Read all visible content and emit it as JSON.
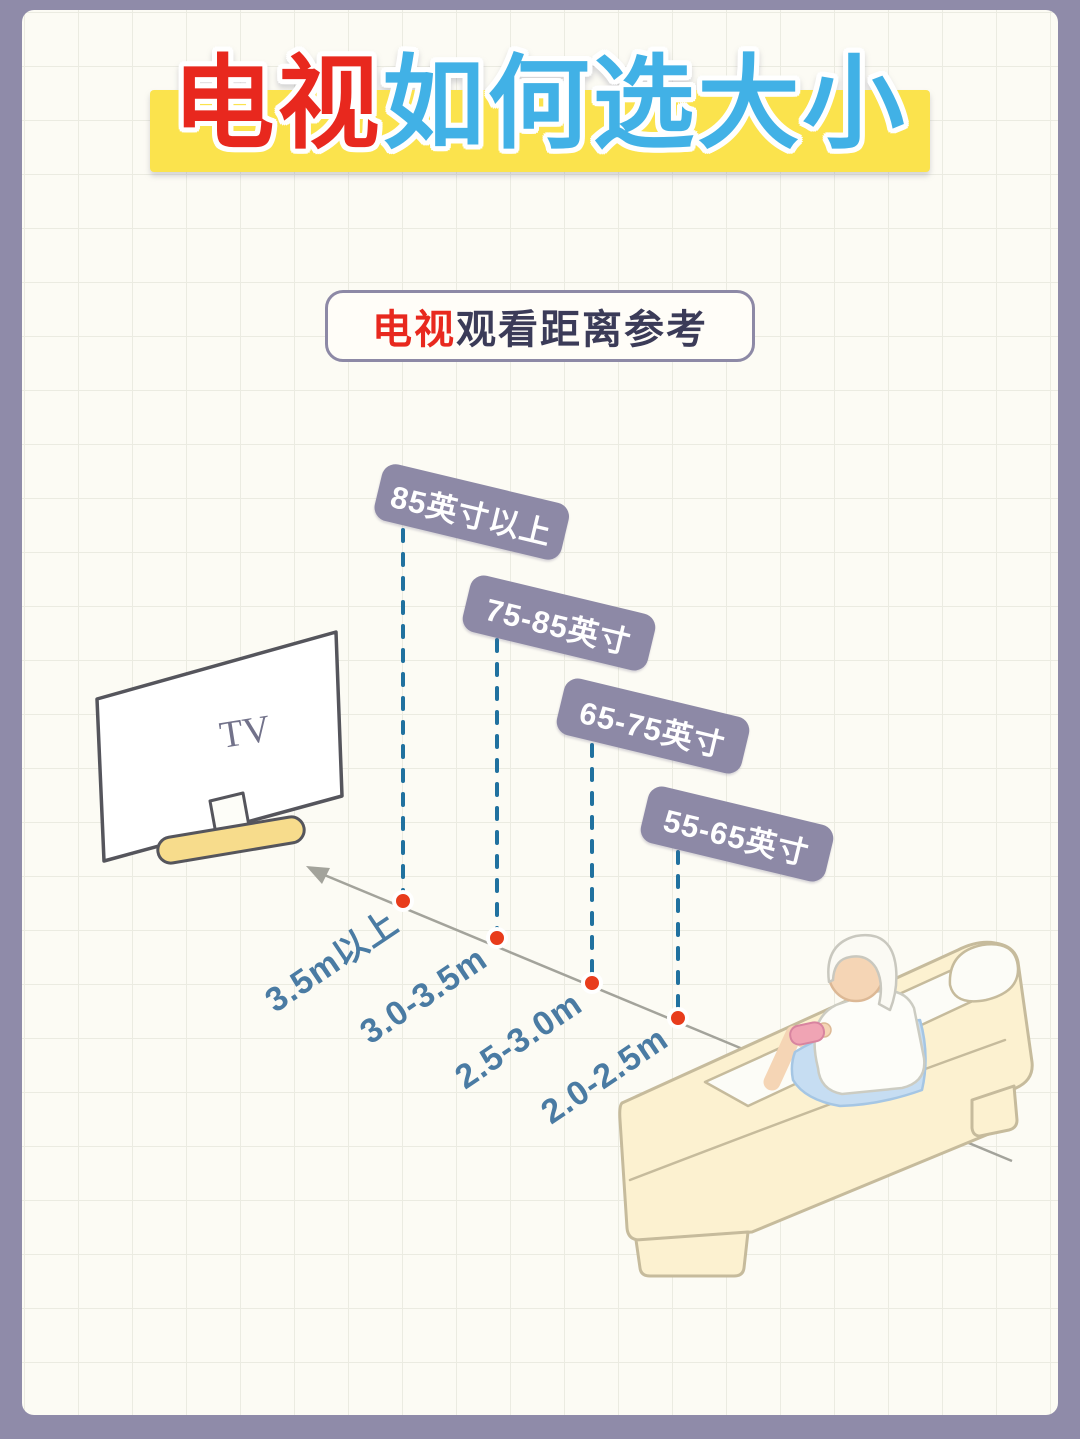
{
  "title": {
    "red_part": "电视",
    "blue_part": "如何选大小"
  },
  "subtitle": {
    "red_part": "电视",
    "dark_part": "观看距离参考"
  },
  "tv_label": "TV",
  "diagram": {
    "pairs": [
      {
        "size": "85英寸以上",
        "distance": "3.5m以上"
      },
      {
        "size": "75-85英寸",
        "distance": "3.0-3.5m"
      },
      {
        "size": "65-75英寸",
        "distance": "2.5-3.0m"
      },
      {
        "size": "55-65英寸",
        "distance": "2.0-2.5m"
      }
    ]
  },
  "colors": {
    "frame_purple": "#8f8ba9",
    "panel_bg": "#fcfbf4",
    "highlight_yellow": "#fbe34d",
    "title_red": "#e8281e",
    "title_blue": "#41b1e6",
    "pill_purple": "#8d89a6",
    "dashed_line": "#20719f",
    "distance_text": "#4a7ba3",
    "dot_red": "#e83c1c",
    "sofa_cream": "#fcf1d0",
    "blanket_blue": "#c6ddf2",
    "tv_stand_yellow": "#f7dc8c"
  }
}
